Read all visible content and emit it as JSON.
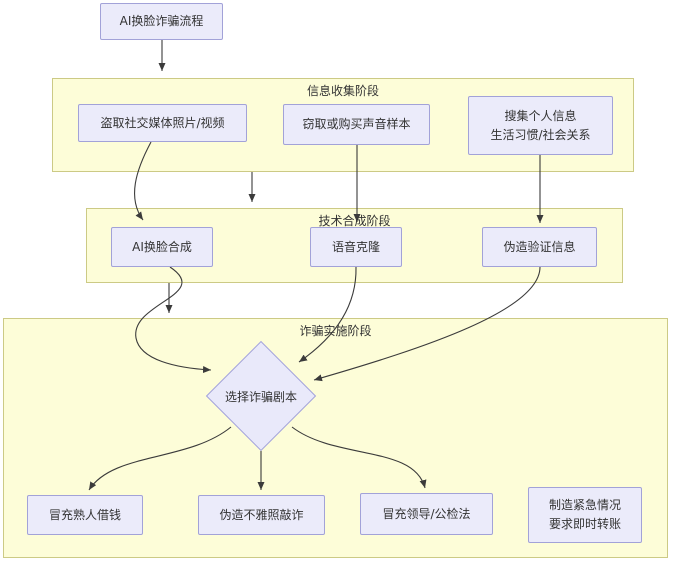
{
  "diagram": {
    "kind": "flowchart",
    "language": "zh-CN",
    "nodes": {
      "title": {
        "label": "AI换脸诈骗流程"
      },
      "steal_photos": {
        "label": "盗取社交媒体照片/视频"
      },
      "steal_voice": {
        "label": "窃取或购买声音样本"
      },
      "collect_info": {
        "line1": "搜集个人信息",
        "line2": "生活习惯/社会关系"
      },
      "face_swap": {
        "label": "AI换脸合成"
      },
      "voice_clone": {
        "label": "语音克隆"
      },
      "fake_verify": {
        "label": "伪造验证信息"
      },
      "choose_script": {
        "label": "选择诈骗剧本"
      },
      "borrow_money": {
        "label": "冒充熟人借钱"
      },
      "blackmail": {
        "label": "伪造不雅照敲诈"
      },
      "leader": {
        "label": "冒充领导/公检法"
      },
      "urgent": {
        "line1": "制造紧急情况",
        "line2": "要求即时转账"
      }
    },
    "stages": {
      "collection": {
        "label": "信息收集阶段"
      },
      "synthesis": {
        "label": "技术合成阶段"
      },
      "execution": {
        "label": "诈骗实施阶段"
      }
    },
    "edges": [
      {
        "from": "title",
        "to": "stage-collection"
      },
      {
        "from": "steal_photos",
        "to": "face_swap"
      },
      {
        "from": "stage-collection",
        "to": "stage-synthesis"
      },
      {
        "from": "steal_voice",
        "to": "voice_clone"
      },
      {
        "from": "collect_info",
        "to": "fake_verify"
      },
      {
        "from": "face_swap",
        "to": "choose_script"
      },
      {
        "from": "stage-synthesis",
        "to": "stage-execution"
      },
      {
        "from": "voice_clone",
        "to": "choose_script"
      },
      {
        "from": "fake_verify",
        "to": "choose_script"
      },
      {
        "from": "choose_script",
        "to": "borrow_money"
      },
      {
        "from": "choose_script",
        "to": "blackmail"
      },
      {
        "from": "choose_script",
        "to": "leader"
      }
    ],
    "colors": {
      "stage_fill": "#fdfdd8",
      "stage_border": "#ccca85",
      "node_fill": "#ebebfa",
      "node_border": "#a2a2d8",
      "arrow": "#3b3b3b",
      "text": "#333333",
      "background": "#ffffff"
    }
  }
}
